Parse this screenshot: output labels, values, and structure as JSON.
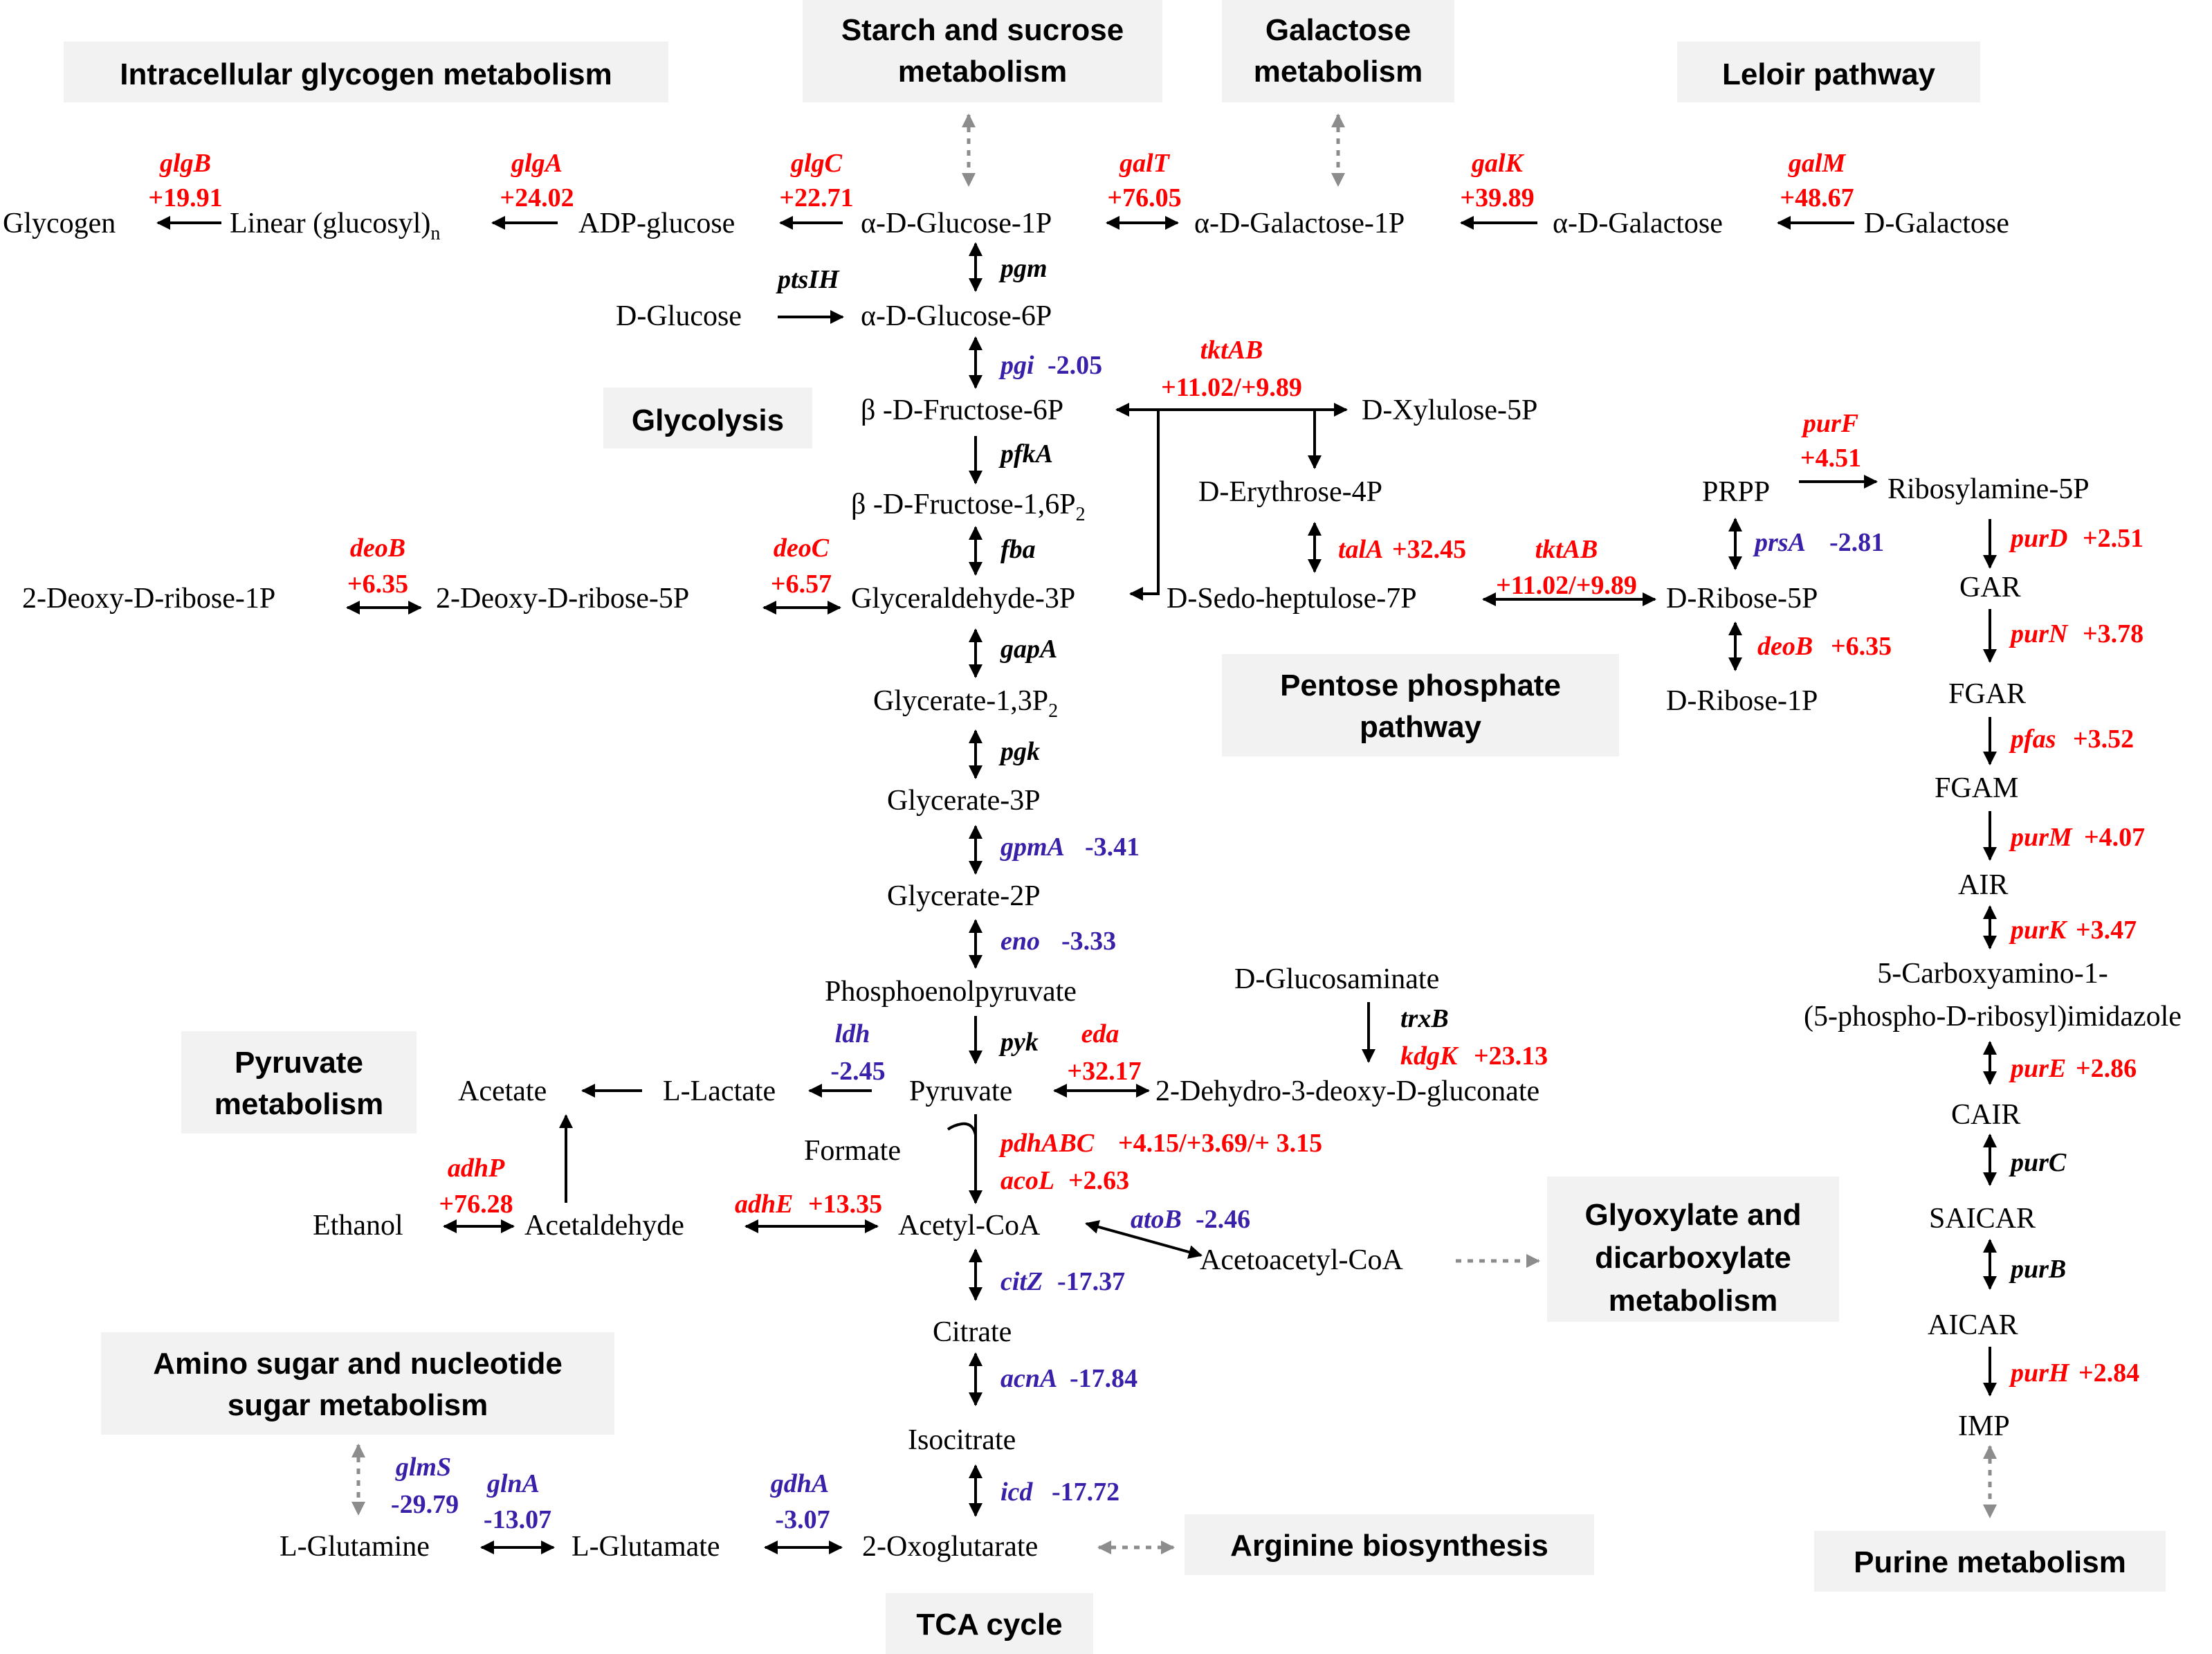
{
  "boxes": {
    "intracellular": "Intracellular glycogen metabolism",
    "starch_1": "Starch and sucrose",
    "starch_2": "metabolism",
    "galactose_1": "Galactose",
    "galactose_2": "metabolism",
    "leloir": "Leloir pathway",
    "glycolysis": "Glycolysis",
    "ppp_1": "Pentose phosphate",
    "ppp_2": "pathway",
    "pyruvate_1": "Pyruvate",
    "pyruvate_2": "metabolism",
    "glyox_1": "Glyoxylate and",
    "glyox_2": "dicarboxylate",
    "glyox_3": "metabolism",
    "amino_1": "Amino sugar and nucleotide",
    "amino_2": "sugar metabolism",
    "arginine": "Arginine biosynthesis",
    "tca": "TCA cycle",
    "purine": "Purine metabolism"
  },
  "metabolites": {
    "glycogen": "Glycogen",
    "linear": "Linear (glucosyl)",
    "linear_sub": "n",
    "adp_glucose": "ADP-glucose",
    "glc1p": "α-D-Glucose-1P",
    "gal1p": "α-D-Galactose-1P",
    "a_gal": "α-D-Galactose",
    "d_gal": "D-Galactose",
    "d_glucose": "D-Glucose",
    "glc6p": "α-D-Glucose-6P",
    "fru6p": "β -D-Fructose-6P",
    "xylulose": "D-Xylulose-5P",
    "erythrose": "D-Erythrose-4P",
    "fru16": "β -D-Fructose-1,6P",
    "fru16_sub": "2",
    "deoxy1p": "2-Deoxy-D-ribose-1P",
    "deoxy5p": "2-Deoxy-D-ribose-5P",
    "g3p": "Glyceraldehyde-3P",
    "sedo": "D-Sedo-heptulose-7P",
    "ribose5p": "D-Ribose-5P",
    "ribose1p": "D-Ribose-1P",
    "prpp": "PRPP",
    "ribosylamine": "Ribosylamine-5P",
    "gar": "GAR",
    "fgar": "FGAR",
    "fgam": "FGAM",
    "air": "AIR",
    "carboxy_1": "5-Carboxyamino-1-",
    "carboxy_2": "(5-phospho-D-ribosyl)imidazole",
    "cair": "CAIR",
    "saicar": "SAICAR",
    "aicar": "AICAR",
    "imp": "IMP",
    "glycerate13": "Glycerate-1,3P",
    "glycerate13_sub": "2",
    "glycerate3p": "Glycerate-3P",
    "glycerate2p": "Glycerate-2P",
    "pep": "Phosphoenolpyruvate",
    "glucosaminate": "D-Glucosaminate",
    "acetate": "Acetate",
    "lactate": "L-Lactate",
    "pyruvate": "Pyruvate",
    "kdg": "2-Dehydro-3-deoxy-D-gluconate",
    "formate": "Formate",
    "ethanol": "Ethanol",
    "acetaldehyde": "Acetaldehyde",
    "acetylcoa": "Acetyl-CoA",
    "acetoacetyl": "Acetoacetyl-CoA",
    "citrate": "Citrate",
    "isocitrate": "Isocitrate",
    "oxoglutarate": "2-Oxoglutarate",
    "glutamine": "L-Glutamine",
    "glutamate": "L-Glutamate"
  },
  "genes": {
    "glgB": {
      "name": "glgB",
      "value": "+19.91"
    },
    "glgA": {
      "name": "glgA",
      "value": "+24.02"
    },
    "glgC": {
      "name": "glgC",
      "value": "+22.71"
    },
    "galT": {
      "name": "galT",
      "value": "+76.05"
    },
    "galK": {
      "name": "galK",
      "value": "+39.89"
    },
    "galM": {
      "name": "galM",
      "value": "+48.67"
    },
    "pgm": {
      "name": "pgm"
    },
    "ptsIH": {
      "name": "ptsIH"
    },
    "pgi": {
      "name": "pgi",
      "value": "-2.05"
    },
    "tktAB1": {
      "name": "tktAB",
      "value": "+11.02/+9.89"
    },
    "pfkA": {
      "name": "pfkA"
    },
    "purF": {
      "name": "purF",
      "value": "+4.51"
    },
    "fba": {
      "name": "fba"
    },
    "deoB1": {
      "name": "deoB",
      "value": "+6.35"
    },
    "deoC": {
      "name": "deoC",
      "value": "+6.57"
    },
    "talA": {
      "name": "talA",
      "value": "+32.45"
    },
    "tktAB2": {
      "name": "tktAB",
      "value": "+11.02/+9.89"
    },
    "prsA": {
      "name": "prsA",
      "value": "-2.81"
    },
    "purD": {
      "name": "purD",
      "value": "+2.51"
    },
    "deoB2": {
      "name": "deoB",
      "value": "+6.35"
    },
    "purN": {
      "name": "purN",
      "value": "+3.78"
    },
    "gapA": {
      "name": "gapA"
    },
    "pfas": {
      "name": "pfas",
      "value": "+3.52"
    },
    "pgk": {
      "name": "pgk"
    },
    "purM": {
      "name": "purM",
      "value": "+4.07"
    },
    "gpmA": {
      "name": "gpmA",
      "value": "-3.41"
    },
    "purK": {
      "name": "purK",
      "value": "+3.47"
    },
    "eno": {
      "name": "eno",
      "value": "-3.33"
    },
    "ldh": {
      "name": "ldh",
      "value": "-2.45"
    },
    "pyk": {
      "name": "pyk"
    },
    "eda": {
      "name": "eda",
      "value": "+32.17"
    },
    "trxB": {
      "name": "trxB"
    },
    "kdgK": {
      "name": "kdgK",
      "value": "+23.13"
    },
    "purE": {
      "name": "purE",
      "value": "+2.86"
    },
    "pdhABC": {
      "name": "pdhABC",
      "value": "+4.15/+3.69/+ 3.15"
    },
    "acoL": {
      "name": "acoL",
      "value": "+2.63"
    },
    "adhP": {
      "name": "adhP",
      "value": "+76.28"
    },
    "adhE": {
      "name": "adhE",
      "value": "+13.35"
    },
    "atoB": {
      "name": "atoB",
      "value": "-2.46"
    },
    "purC": {
      "name": "purC"
    },
    "citZ": {
      "name": "citZ",
      "value": "-17.37"
    },
    "purB": {
      "name": "purB"
    },
    "acnA": {
      "name": "acnA",
      "value": "-17.84"
    },
    "purH": {
      "name": "purH",
      "value": "+2.84"
    },
    "glmS": {
      "name": "glmS",
      "value": "-29.79"
    },
    "glnA": {
      "name": "glnA",
      "value": "-13.07"
    },
    "gdhA": {
      "name": "gdhA",
      "value": "-3.07"
    },
    "icd": {
      "name": "icd",
      "value": "-17.72"
    }
  },
  "colors": {
    "upregulated": "#ff0000",
    "downregulated": "#3a1fa8",
    "pathway_box": "#f2f2f2",
    "link_arrow": "#8c8c8c"
  }
}
